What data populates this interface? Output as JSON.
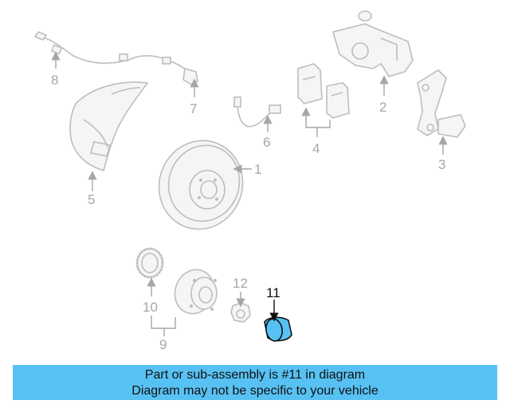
{
  "diagram": {
    "labels": {
      "p1": "1",
      "p2": "2",
      "p3": "3",
      "p4": "4",
      "p5": "5",
      "p6": "6",
      "p7": "7",
      "p8": "8",
      "p9": "9",
      "p10": "10",
      "p11": "11",
      "p12": "12"
    },
    "highlighted_part": "11",
    "highlight_color": "#58c1f3"
  },
  "banner": {
    "line1": "Part or sub-assembly is #11 in diagram",
    "line2": "Diagram may not be specific to your vehicle",
    "background": "#58c1f3"
  }
}
